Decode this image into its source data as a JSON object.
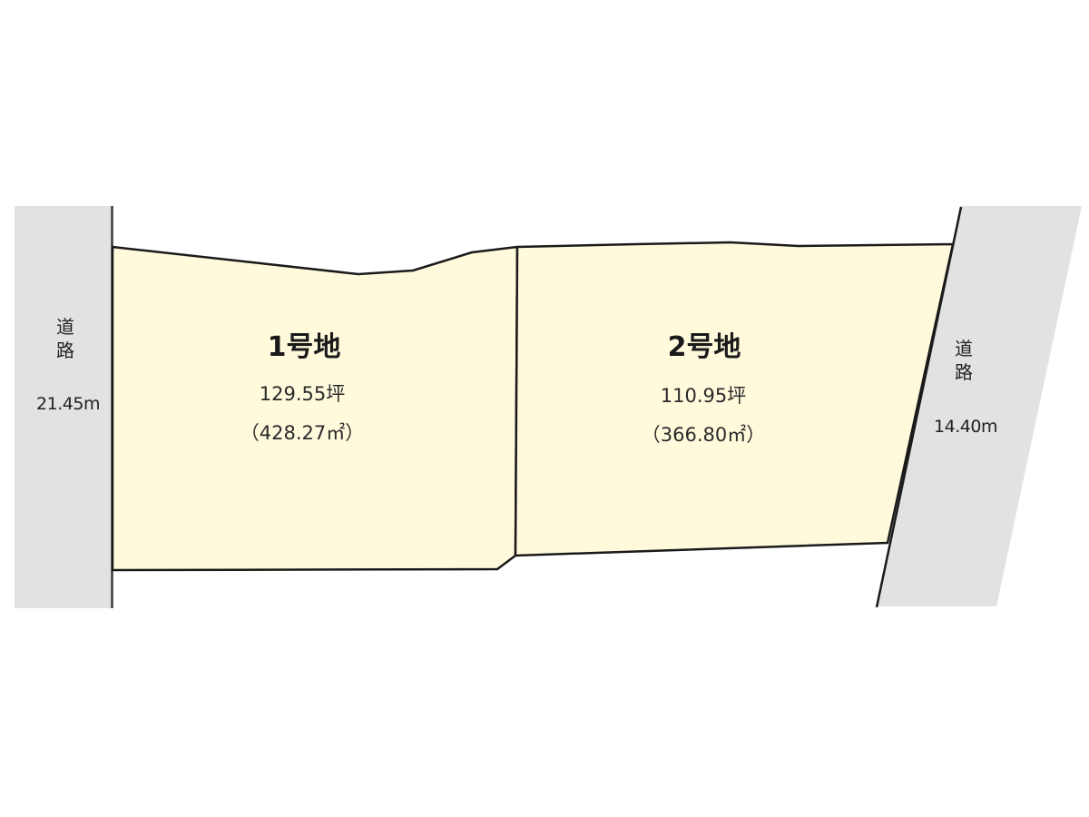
{
  "colors": {
    "road_fill": "#e2e2e2",
    "lot_fill": "#fffadc",
    "boundary": "#1a1a1a",
    "background": "#ffffff"
  },
  "roads": [
    {
      "id": "left",
      "label_line1": "道",
      "label_line2": "路",
      "width_text": "21.45m"
    },
    {
      "id": "right",
      "label_line1": "道",
      "label_line2": "路",
      "width_text": "14.40m"
    }
  ],
  "lots": [
    {
      "id": "lot-1",
      "title": "1号地",
      "area_tsubo": "129.55坪",
      "area_sqm": "（428.27㎡）"
    },
    {
      "id": "lot-2",
      "title": "2号地",
      "area_tsubo": "110.95坪",
      "area_sqm": "（366.80㎡）"
    }
  ]
}
